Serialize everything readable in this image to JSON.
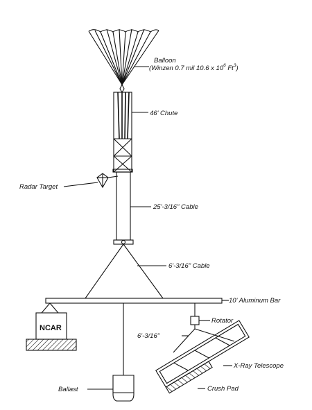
{
  "labels": {
    "balloon": "Balloon",
    "balloon_spec_main": "(Winzen 0.7 mil  10.6 x 10",
    "balloon_spec_exp1": "6",
    "balloon_spec_unit": " Ft",
    "balloon_spec_exp2": "3",
    "balloon_spec_close": ")",
    "chute": "46' Chute",
    "radar_target": "Radar Target",
    "cable_long": "25'-3/16\" Cable",
    "cable_short": "6'-3/16\" Cable",
    "aluminum_bar": "10' Aluminum Bar",
    "ncar": "NCAR",
    "rotator": "Rotator",
    "rotator_cable": "6'-3/16\"",
    "xray_telescope": "X-Ray Telescope",
    "crush_pad": "Crush Pad",
    "ballast": "Ballast"
  }
}
